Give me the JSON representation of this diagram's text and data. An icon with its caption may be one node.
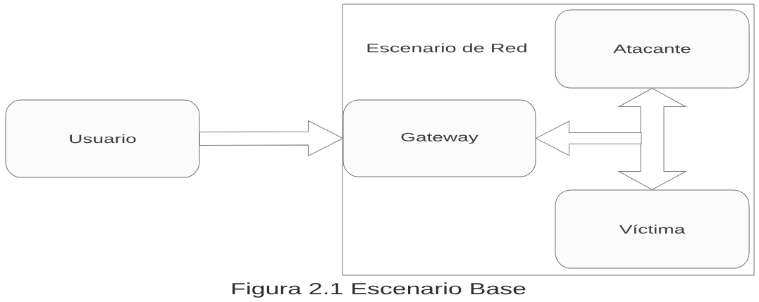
{
  "diagram": {
    "caption": "Figura 2.1 Escenario Base",
    "nodes": [
      {
        "text": [
          "Escenario de Red"
        ]
      },
      {
        "text": [
          "Usuario"
        ]
      },
      {
        "text": [
          "Gateway"
        ],
        "in": 0
      },
      {
        "text": [
          "Atacante"
        ],
        "in": 0
      },
      {
        "text": [
          "Víctima"
        ],
        "in": 0
      }
    ],
    "edges": [
      {
        "from": 1,
        "to": 2,
        "arrow": "to"
      },
      {
        "from": 3,
        "to": 4,
        "arrow": "both"
      },
      {
        "from": null,
        "to": 2,
        "arrow": "to"
      }
    ]
  }
}
